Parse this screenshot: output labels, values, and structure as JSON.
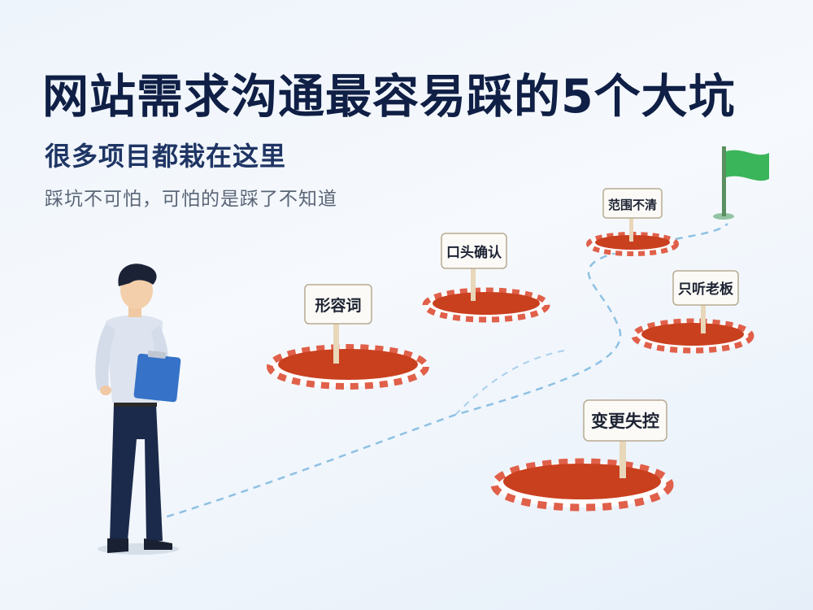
{
  "title": "网站需求沟通最容易踩的5个大坑",
  "subtitle": "很多项目都栽在这里",
  "tagline": "踩坑不可怕，可怕的是踩了不知道",
  "pitfalls": [
    {
      "label": "形容词"
    },
    {
      "label": "口头确认"
    },
    {
      "label": "范围不清"
    },
    {
      "label": "只听老板"
    },
    {
      "label": "变更失控"
    }
  ],
  "colors": {
    "title": "#0f1f45",
    "pit": "#c9401f",
    "flag": "#3ab55a",
    "path": "#8fc1e3"
  }
}
